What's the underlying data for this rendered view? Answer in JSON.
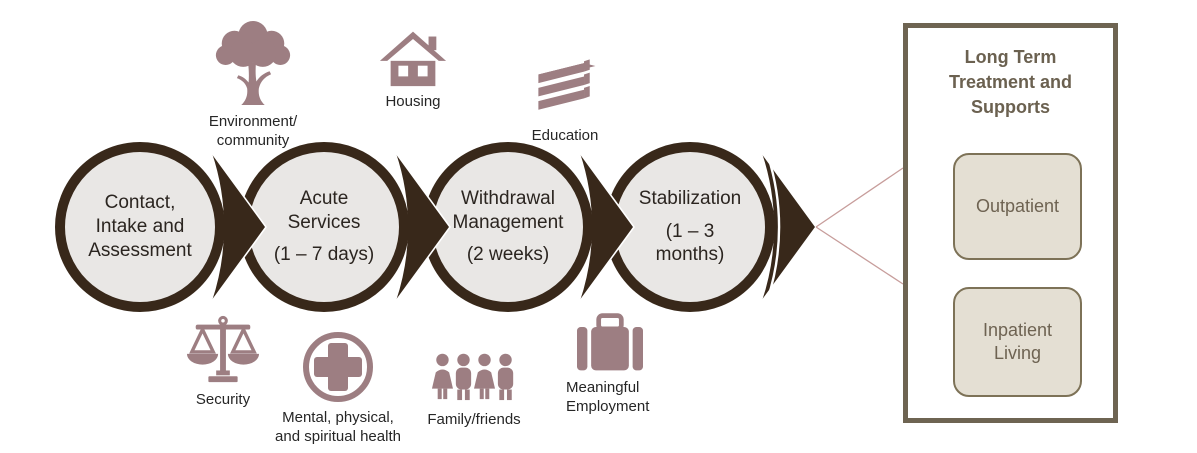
{
  "palette": {
    "icon_color": "#9D7E82",
    "circle_border": "#38281A",
    "circle_fill": "#E9E7E5",
    "circle_text": "#2B2520",
    "connector_line": "#C79D9B",
    "panel_border": "#6E6452",
    "panel_title_text": "#6B6150",
    "option_fill": "#E4DFD3",
    "option_border": "#7D7257",
    "option_text": "#6E6352",
    "factor_label_text": "#262626"
  },
  "stages": [
    {
      "name": "Contact,\nIntake and\nAssessment",
      "duration": ""
    },
    {
      "name": "Acute\nServices",
      "duration": "(1 – 7 days)"
    },
    {
      "name": "Withdrawal\nManagement",
      "duration": "(2 weeks)"
    },
    {
      "name": "Stabilization",
      "duration": "(1 – 3\nmonths)"
    }
  ],
  "factors_top": [
    {
      "icon": "tree-icon",
      "label": "Environment/\ncommunity"
    },
    {
      "icon": "house-icon",
      "label": "Housing"
    },
    {
      "icon": "books-icon",
      "label": "Education"
    }
  ],
  "factors_bottom": [
    {
      "icon": "scales-icon",
      "label": "Security"
    },
    {
      "icon": "medical-cross-icon",
      "label": "Mental, physical,\nand spiritual health"
    },
    {
      "icon": "people-icon",
      "label": "Family/friends"
    },
    {
      "icon": "briefcase-icon",
      "label": "Meaningful\nEmployment"
    }
  ],
  "panel": {
    "title": "Long Term\nTreatment and\nSupports",
    "options": [
      {
        "label": "Outpatient"
      },
      {
        "label": "Inpatient\nLiving"
      }
    ]
  }
}
